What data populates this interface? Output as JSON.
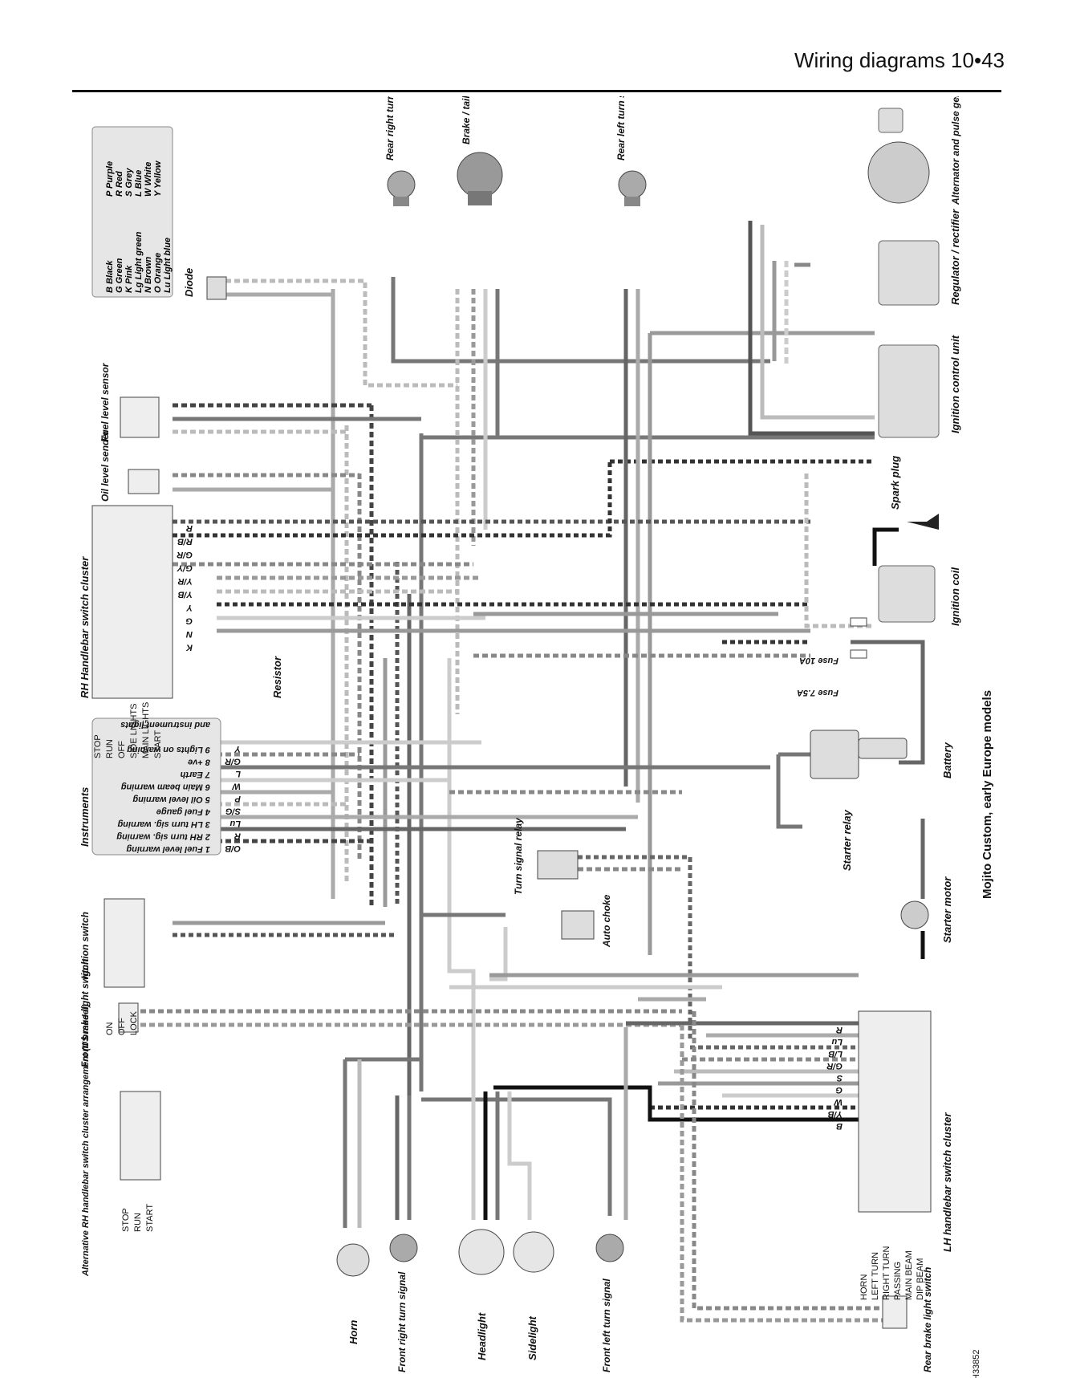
{
  "header": {
    "title": "Wiring diagrams  10•43"
  },
  "diagram_title": "Mojito Custom, early Europe models",
  "figure_code": "H33852",
  "legend": [
    [
      "B",
      "Black"
    ],
    [
      "G",
      "Green"
    ],
    [
      "K",
      "Pink"
    ],
    [
      "Lg",
      "Light green"
    ],
    [
      "N",
      "Brown"
    ],
    [
      "O",
      "Orange"
    ],
    [
      "Lu",
      "Light blue"
    ],
    [
      "P",
      "Purple"
    ],
    [
      "R",
      "Red"
    ],
    [
      "S",
      "Grey"
    ],
    [
      "L",
      "Blue"
    ],
    [
      "W",
      "White"
    ],
    [
      "Y",
      "Yellow"
    ]
  ],
  "components": {
    "diode": "Diode",
    "rear_right_turn": "Rear right turn signal",
    "brake_tail": "Brake / tail light",
    "rear_left_turn": "Rear left turn signal",
    "alternator": "Alternator and pulse generator coil",
    "regulator": "Regulator / rectifier",
    "ignition_unit": "Ignition control unit",
    "spark_plug": "Spark plug",
    "ignition_coil": "Ignition coil",
    "battery": "Battery",
    "starter_relay": "Starter relay",
    "starter_motor": "Starter motor",
    "fuel_sensor": "Fuel level sensor",
    "oil_sender": "Oil level sender",
    "rh_switch": "RH Handlebar switch cluster",
    "resistor": "Resistor",
    "instruments": "Instruments",
    "turn_relay": "Turn signal relay",
    "auto_choke": "Auto choke",
    "ignition_switch": "Ignition switch",
    "front_brake": "Front brake light switch",
    "alt_rh": "Alternative RH handlebar switch cluster arrangement (US model)",
    "horn": "Horn",
    "front_right_turn": "Front right turn signal",
    "headlight": "Headlight",
    "sidelight": "Sidelight",
    "front_left_turn": "Front left turn signal",
    "lh_switch": "LH handlebar switch cluster",
    "rear_brake": "Rear brake light switch"
  },
  "fuses": {
    "f1": "Fuse 10A",
    "f2": "Fuse 7.5A"
  },
  "rh_positions": [
    "STOP",
    "RUN",
    "OFF",
    "SIDE LIGHTS",
    "MAIN LIGHTS",
    "START"
  ],
  "ign_positions": [
    "ON",
    "OFF",
    "LOCK"
  ],
  "alt_positions": [
    "STOP",
    "RUN",
    "START"
  ],
  "lh_positions": [
    "HORN",
    "LEFT TURN",
    "RIGHT TURN",
    "PASSING",
    "MAIN BEAM",
    "DIP BEAM"
  ],
  "instrument_pins": [
    [
      "1",
      "Fuel level warning"
    ],
    [
      "2",
      "RH turn sig. warning"
    ],
    [
      "3",
      "LH turn sig. warning"
    ],
    [
      "4",
      "Fuel gauge"
    ],
    [
      "5",
      "Oil level warning"
    ],
    [
      "6",
      "Main beam warning"
    ],
    [
      "7",
      "Earth"
    ],
    [
      "8",
      "+ve"
    ],
    [
      "9",
      "Lights on warning"
    ]
  ],
  "instrument_extra": "and instrument lights",
  "wire_codes": {
    "rh": [
      "R",
      "R/B",
      "G/R",
      "G/Y",
      "Y/R",
      "Y/B",
      "Y",
      "G",
      "N",
      "K"
    ],
    "lh": [
      "R",
      "Lu",
      "L/B",
      "G/R",
      "S",
      "G",
      "W",
      "Y/B",
      "B"
    ],
    "inst": [
      "Y",
      "G/R",
      "L",
      "W",
      "P",
      "S/G",
      "Lu",
      "R",
      "O/B"
    ]
  }
}
